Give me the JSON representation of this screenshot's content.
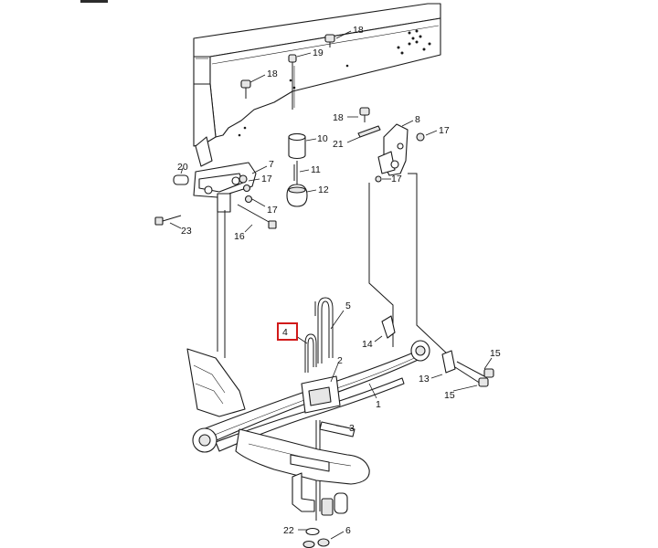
{
  "callouts": [
    {
      "id": "c18a",
      "text": "18"
    },
    {
      "id": "c19",
      "text": "19"
    },
    {
      "id": "c18b",
      "text": "18"
    },
    {
      "id": "c18c",
      "text": "18"
    },
    {
      "id": "c8",
      "text": "8"
    },
    {
      "id": "c17a",
      "text": "17"
    },
    {
      "id": "c10",
      "text": "10"
    },
    {
      "id": "c21",
      "text": "21"
    },
    {
      "id": "c11",
      "text": "11"
    },
    {
      "id": "c12",
      "text": "12"
    },
    {
      "id": "c20",
      "text": "20"
    },
    {
      "id": "c7",
      "text": "7"
    },
    {
      "id": "c17b",
      "text": "17"
    },
    {
      "id": "c17c",
      "text": "17"
    },
    {
      "id": "c17d",
      "text": "17"
    },
    {
      "id": "c23",
      "text": "23"
    },
    {
      "id": "c16",
      "text": "16"
    },
    {
      "id": "c5",
      "text": "5"
    },
    {
      "id": "c4",
      "text": "4"
    },
    {
      "id": "c14",
      "text": "14"
    },
    {
      "id": "c2",
      "text": "2"
    },
    {
      "id": "c15a",
      "text": "15"
    },
    {
      "id": "c13",
      "text": "13"
    },
    {
      "id": "c15b",
      "text": "15"
    },
    {
      "id": "c1",
      "text": "1"
    },
    {
      "id": "c3",
      "text": "3"
    },
    {
      "id": "c22",
      "text": "22"
    },
    {
      "id": "c6",
      "text": "6"
    }
  ],
  "highlighted_callout": "4",
  "highlight_color": "#d11a1a"
}
